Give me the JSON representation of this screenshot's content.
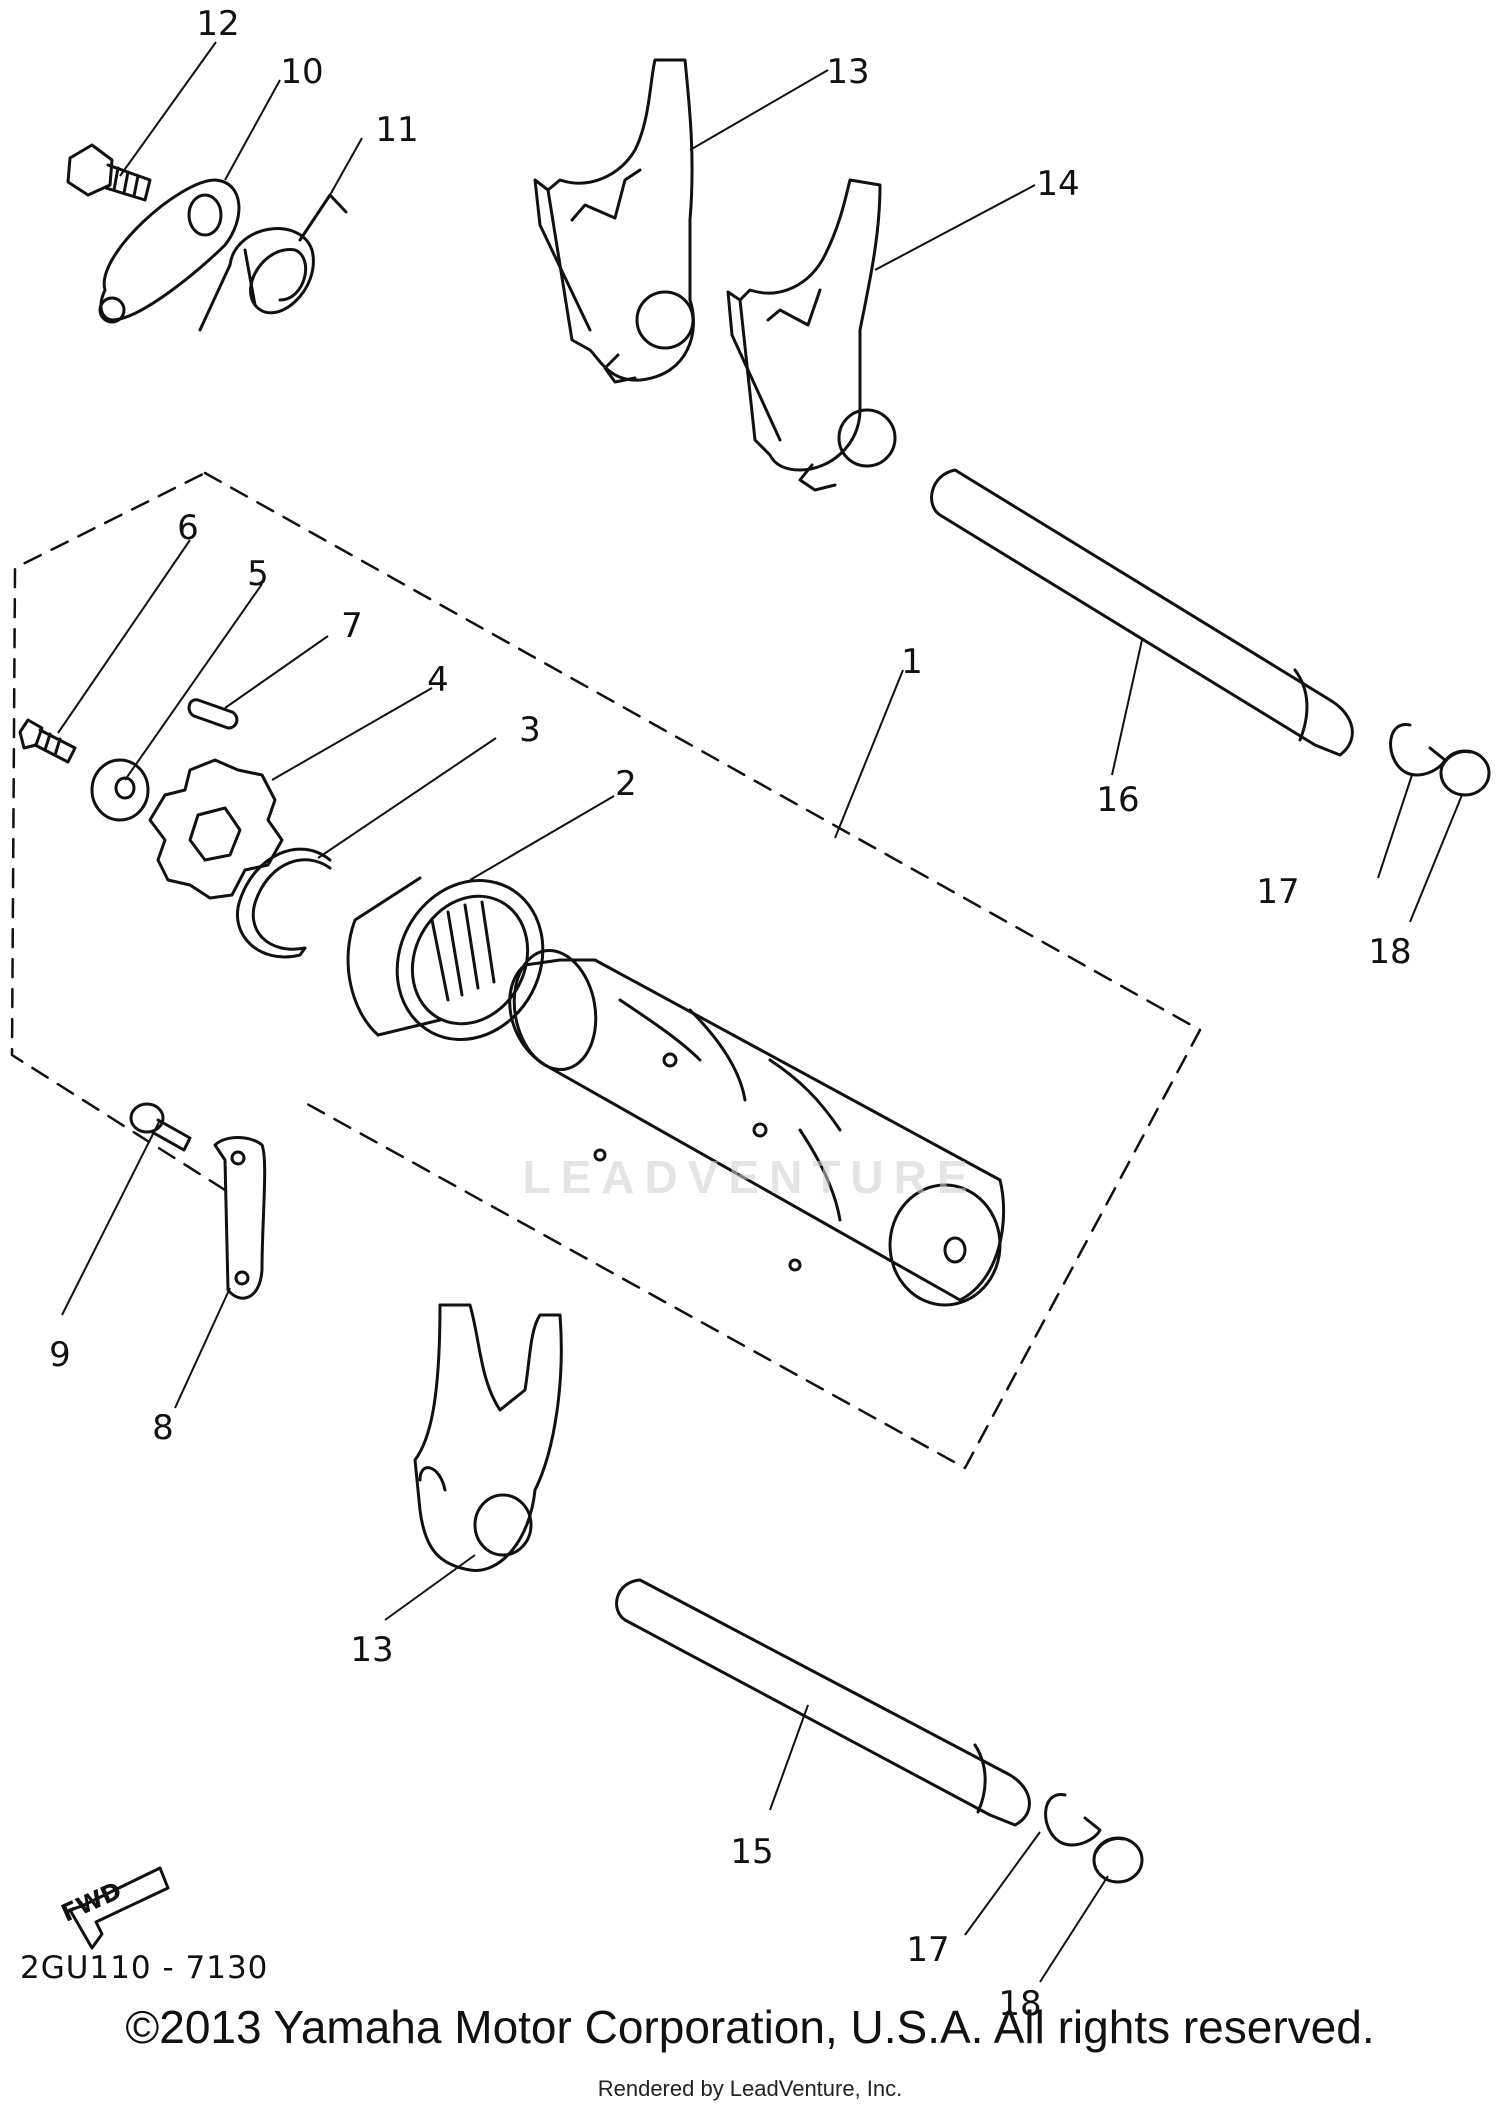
{
  "callouts": {
    "c1": "1",
    "c2": "2",
    "c3": "3",
    "c4": "4",
    "c5": "5",
    "c6": "6",
    "c7": "7",
    "c8": "8",
    "c9": "9",
    "c10": "10",
    "c11": "11",
    "c12": "12",
    "c13a": "13",
    "c13b": "13",
    "c14": "14",
    "c15": "15",
    "c16": "16",
    "c17a": "17",
    "c17b": "17",
    "c18a": "18",
    "c18b": "18"
  },
  "fwd_arrow": "FWD",
  "diagram_code": "2GU110 - 7130",
  "watermark": "LEADVENTURE",
  "copyright": "©2013 Yamaha Motor Corporation, U.S.A. All rights reserved.",
  "rendered_by": "Rendered by LeadVenture, Inc."
}
